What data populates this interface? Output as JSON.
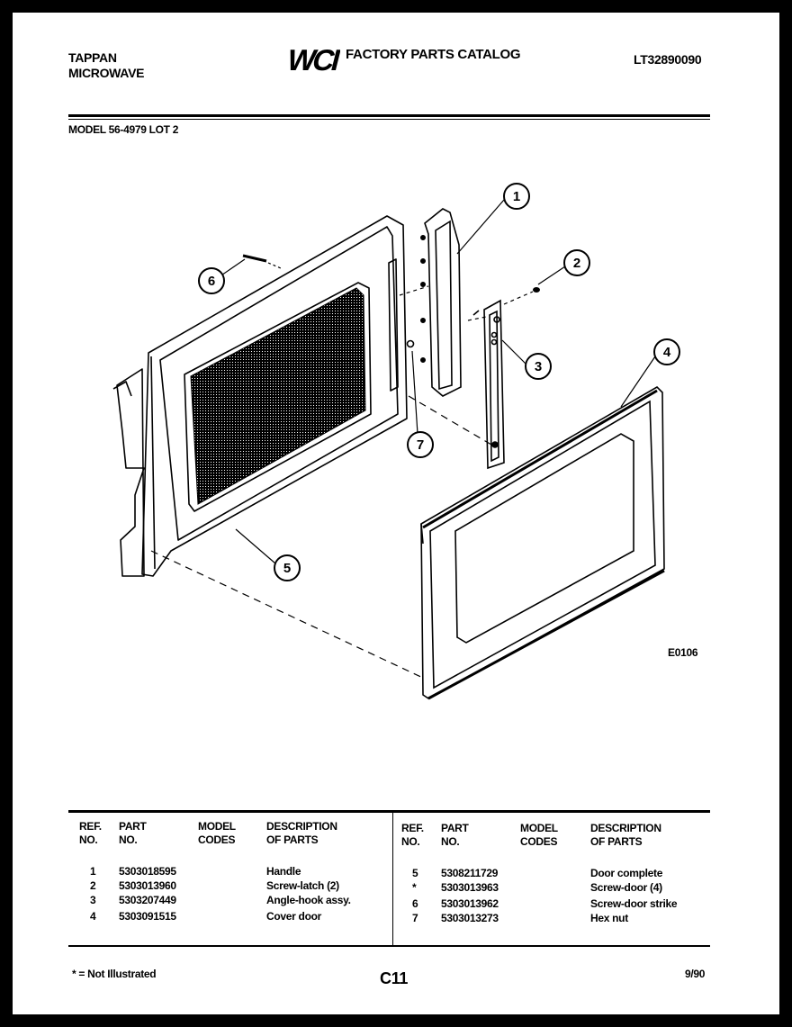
{
  "header": {
    "brand_line1": "TAPPAN",
    "brand_line2": "MICROWAVE",
    "logo": "WCI",
    "catalog_title": "FACTORY PARTS CATALOG",
    "doc_number": "LT32890090"
  },
  "model_line": "MODEL 56-4979 LOT 2",
  "diagram": {
    "callouts": [
      "1",
      "2",
      "3",
      "4",
      "5",
      "6",
      "7"
    ],
    "code": "E0106"
  },
  "table": {
    "headers": {
      "ref_no": "REF.\nNO.",
      "part_no": "PART\nNO.",
      "model_codes": "MODEL\nCODES",
      "description": "DESCRIPTION\nOF PARTS"
    },
    "left_rows": [
      {
        "ref": "1",
        "part": "5303018595",
        "desc": "Handle"
      },
      {
        "ref": "2",
        "part": "5303013960",
        "desc": "Screw-latch (2)"
      },
      {
        "ref": "3",
        "part": "5303207449",
        "desc": "Angle-hook assy."
      },
      {
        "ref": "4",
        "part": "5303091515",
        "desc": "Cover door"
      }
    ],
    "right_rows": [
      {
        "ref": "5",
        "part": "5308211729",
        "desc": "Door complete"
      },
      {
        "ref": "*",
        "part": "5303013963",
        "desc": "Screw-door (4)"
      },
      {
        "ref": "6",
        "part": "5303013962",
        "desc": "Screw-door strike"
      },
      {
        "ref": "7",
        "part": "5303013273",
        "desc": "Hex nut"
      }
    ]
  },
  "footer": {
    "note": "* = Not Illustrated",
    "page": "C11",
    "date": "9/90"
  }
}
